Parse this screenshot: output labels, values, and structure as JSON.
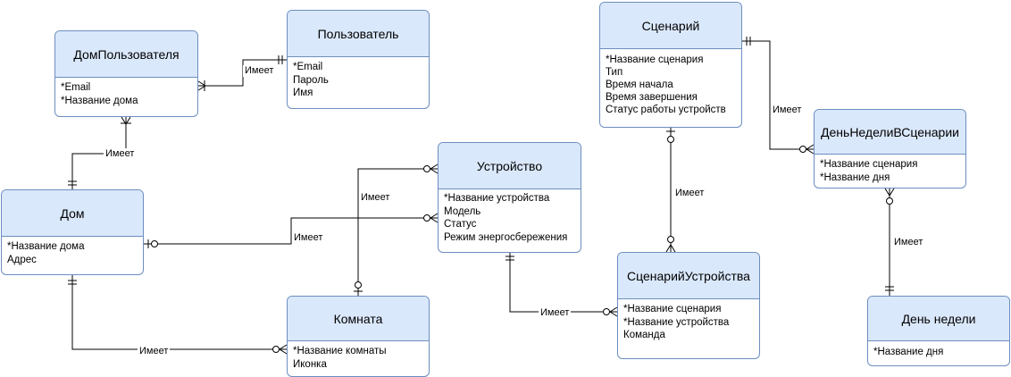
{
  "entities": {
    "user_home": {
      "title": "ДомПользователя",
      "attributes": [
        "*Email",
        "*Название дома"
      ]
    },
    "user": {
      "title": "Пользователь",
      "attributes": [
        "*Email",
        "Пароль",
        "Имя"
      ]
    },
    "home": {
      "title": "Дом",
      "attributes": [
        "*Название дома",
        "Адрес"
      ]
    },
    "device": {
      "title": "Устройство",
      "attributes": [
        "*Название устройства",
        "Модель",
        "Статус",
        "Режим энергосбережения"
      ]
    },
    "room": {
      "title": "Комната",
      "attributes": [
        "*Название комнаты",
        "Иконка"
      ]
    },
    "scenario": {
      "title": "Сценарий",
      "attributes": [
        "*Название сценария",
        "Тип",
        "Время начала",
        "Время завершения",
        "Статус работы устройств"
      ]
    },
    "scenario_device": {
      "title": "СценарийУстройства",
      "attributes": [
        "*Название сценария",
        "*Название устройства",
        "Команда"
      ]
    },
    "scenario_weekday": {
      "title": "ДеньНеделиВСценарии",
      "attributes": [
        "*Название сценария",
        "*Название дня"
      ]
    },
    "weekday": {
      "title": "День недели",
      "attributes": [
        "*Название дня"
      ]
    }
  },
  "relationships": [
    {
      "label": "Имеет"
    },
    {
      "label": "Имеет"
    },
    {
      "label": "Имеет"
    },
    {
      "label": "Имеет"
    },
    {
      "label": "Имеет"
    },
    {
      "label": "Имеет"
    },
    {
      "label": "Имеет"
    },
    {
      "label": "Имеет"
    },
    {
      "label": "Имеет"
    }
  ],
  "colors": {
    "header_fill": "#dae8fc",
    "border": "#6c8ebf",
    "line": "#000000"
  }
}
